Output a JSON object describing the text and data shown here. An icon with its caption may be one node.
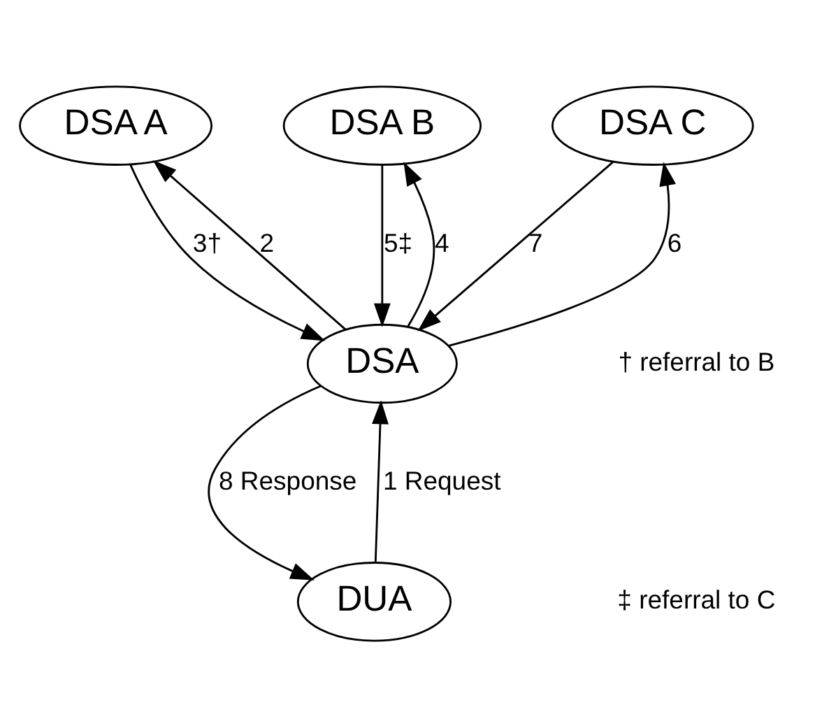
{
  "diagram": {
    "nodes": [
      {
        "text": [
          "DSA A"
        ]
      },
      {
        "text": [
          "DSA B"
        ]
      },
      {
        "text": [
          "DSA C"
        ]
      },
      {
        "text": [
          "DSA"
        ]
      },
      {
        "text": [
          "DUA"
        ]
      }
    ],
    "edges": [
      {
        "from": 3,
        "to": 0,
        "arrow": "to",
        "label": "2"
      },
      {
        "from": 0,
        "to": 3,
        "arrow": "to",
        "label": "3†"
      },
      {
        "from": 3,
        "to": 1,
        "arrow": "to",
        "label": "4"
      },
      {
        "from": 1,
        "to": 3,
        "arrow": "to",
        "label": "5‡"
      },
      {
        "from": 3,
        "to": 2,
        "arrow": "to",
        "label": "6"
      },
      {
        "from": 2,
        "to": 3,
        "arrow": "to",
        "label": "7"
      },
      {
        "from": 4,
        "to": 3,
        "arrow": "to",
        "label": "1 Request"
      },
      {
        "from": 3,
        "to": 4,
        "arrow": "to",
        "label": "8 Response"
      }
    ],
    "labels": [
      "† referral to B",
      "‡ referral to C"
    ]
  }
}
